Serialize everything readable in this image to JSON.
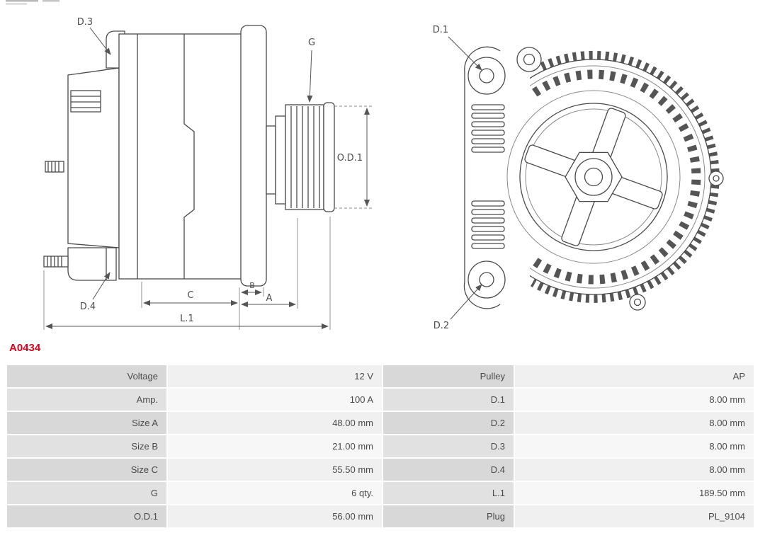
{
  "part_number": "A0434",
  "colors": {
    "part_number_red": "#e2001a",
    "drawing_line": "#4a4a4a",
    "label_cell": "#d8d8d8",
    "value_cell": "#f0f0f0"
  },
  "diagram": {
    "side_view": {
      "d3": "D.3",
      "d4": "D.4",
      "g": "G",
      "od1": "O.D.1",
      "a": "A",
      "b": "B",
      "c": "C",
      "l1": "L.1"
    },
    "front_view": {
      "d1": "D.1",
      "d2": "D.2"
    }
  },
  "specs": {
    "rows": [
      {
        "label1": "Voltage",
        "value1": "12 V",
        "label2": "Pulley",
        "value2": "AP"
      },
      {
        "label1": "Amp.",
        "value1": "100 A",
        "label2": "D.1",
        "value2": "8.00 mm"
      },
      {
        "label1": "Size A",
        "value1": "48.00 mm",
        "label2": "D.2",
        "value2": "8.00 mm"
      },
      {
        "label1": "Size B",
        "value1": "21.00 mm",
        "label2": "D.3",
        "value2": "8.00 mm"
      },
      {
        "label1": "Size C",
        "value1": "55.50 mm",
        "label2": "D.4",
        "value2": "8.00 mm"
      },
      {
        "label1": "G",
        "value1": "6 qty.",
        "label2": "L.1",
        "value2": "189.50 mm"
      },
      {
        "label1": "O.D.1",
        "value1": "56.00 mm",
        "label2": "Plug",
        "value2": "PL_9104"
      }
    ]
  }
}
